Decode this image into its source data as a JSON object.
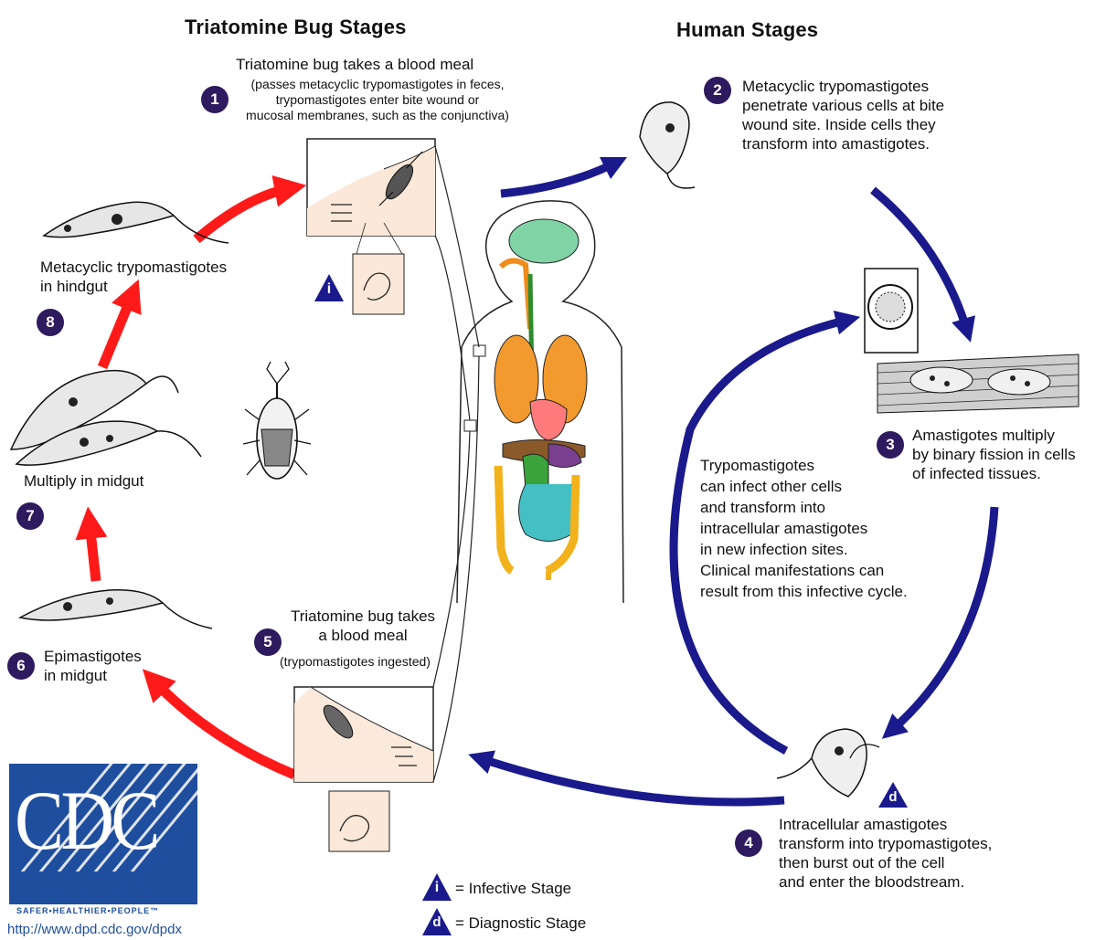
{
  "headers": {
    "bug_stages": "Triatomine Bug Stages",
    "human_stages": "Human Stages"
  },
  "steps": [
    {
      "num": "1",
      "title": "Triatomine bug takes a blood meal",
      "detail": "(passes metacyclic trypomastigotes in feces,\ntrypomastigotes enter bite wound or\nmucosal membranes, such as the conjunctiva)"
    },
    {
      "num": "2",
      "text": "Metacyclic trypomastigotes\npenetrate various cells at bite\nwound site.  Inside cells they\ntransform into amastigotes."
    },
    {
      "num": "3",
      "text": "Amastigotes multiply\nby binary fission in cells\nof infected tissues."
    },
    {
      "num": "4",
      "text": "Intracellular amastigotes\ntransform into trypomastigotes,\nthen burst out of the cell\nand enter the bloodstream."
    },
    {
      "num": "5",
      "title": "Triatomine bug takes\na blood meal",
      "detail": "(trypomastigotes ingested)"
    },
    {
      "num": "6",
      "text": "Epimastigotes\nin midgut"
    },
    {
      "num": "7",
      "text": "Multiply in midgut"
    },
    {
      "num": "8",
      "text": "Metacyclic trypomastigotes\nin hindgut"
    }
  ],
  "center_note": "Trypomastigotes\ncan infect other cells\nand transform into\nintracellular amastigotes\nin new infection sites.\nClinical manifestations can\nresult from this infective cycle.",
  "legend": {
    "infective_symbol": "i",
    "infective_label": "= Infective Stage",
    "diagnostic_symbol": "d",
    "diagnostic_label": "= Diagnostic Stage"
  },
  "stage_markers": {
    "infective": "i",
    "diagnostic": "d"
  },
  "logo": {
    "letters": "CDC",
    "tagline": "SAFER•HEALTHIER•PEOPLE™",
    "url": "http://www.dpd.cdc.gov/dpdx"
  },
  "colors": {
    "bug_cycle_arrow": "#ff1a1a",
    "human_cycle_arrow": "#1a1a8c",
    "number_badge": "#2e1a5e",
    "logo_blue": "#1f4e9e",
    "skin_panel": "#fbe8d8"
  }
}
